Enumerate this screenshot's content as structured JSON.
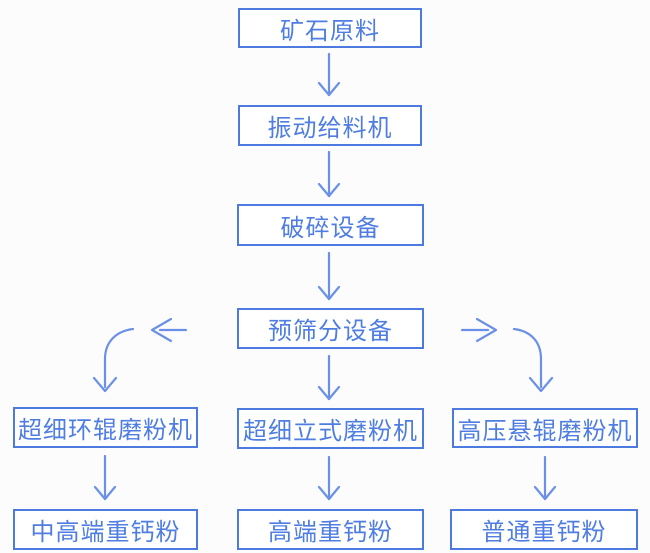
{
  "diagram": {
    "type": "flowchart",
    "background": "#fcfcfc",
    "colors": {
      "border": "#4c7ade",
      "text": "#4f7de2",
      "arrow": "#6a90e8",
      "node_bg": "#ffffff",
      "background": "#fcfcfc"
    },
    "nodes": [
      {
        "id": "ore",
        "label": "矿石原料"
      },
      {
        "id": "vibrating-feeder",
        "label": "振动给料机"
      },
      {
        "id": "crusher",
        "label": "破碎设备"
      },
      {
        "id": "pre-screening",
        "label": "预筛分设备"
      },
      {
        "id": "ultrafine-ring-roller-mill",
        "label": "超细环辊磨粉机"
      },
      {
        "id": "ultrafine-vertical-mill",
        "label": "超细立式磨粉机"
      },
      {
        "id": "high-pressure-suspension-mill",
        "label": "高压悬辊磨粉机"
      },
      {
        "id": "mid-high-end-heavy-calcium-powder",
        "label": "中高端重钙粉"
      },
      {
        "id": "high-end-heavy-calcium-powder",
        "label": "高端重钙粉"
      },
      {
        "id": "ordinary-heavy-calcium-powder",
        "label": "普通重钙粉"
      }
    ],
    "edges": [
      {
        "from": "矿石原料",
        "to": "振动给料机"
      },
      {
        "from": "振动给料机",
        "to": "破碎设备"
      },
      {
        "from": "破碎设备",
        "to": "预筛分设备"
      },
      {
        "from": "预筛分设备",
        "to": "超细环辊磨粉机"
      },
      {
        "from": "预筛分设备",
        "to": "超细立式磨粉机"
      },
      {
        "from": "预筛分设备",
        "to": "高压悬辊磨粉机"
      },
      {
        "from": "超细环辊磨粉机",
        "to": "中高端重钙粉"
      },
      {
        "from": "超细立式磨粉机",
        "to": "高端重钙粉"
      },
      {
        "from": "高压悬辊磨粉机",
        "to": "普通重钙粉"
      }
    ]
  }
}
